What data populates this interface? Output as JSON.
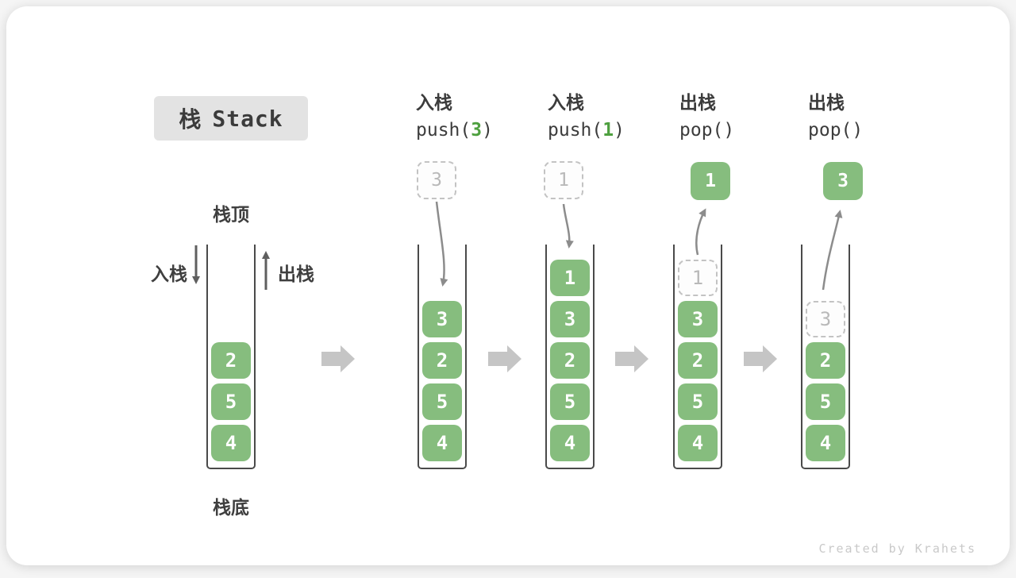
{
  "title": {
    "zh": "栈",
    "en": "Stack"
  },
  "labels": {
    "stack_top": "栈顶",
    "stack_bottom": "栈底",
    "push": "入栈",
    "pop": "出栈"
  },
  "steps": [
    {
      "op": "入栈",
      "code_pre": "push(",
      "arg": "3",
      "code_post": ")",
      "float_value": "3",
      "float_style": "dashed"
    },
    {
      "op": "入栈",
      "code_pre": "push(",
      "arg": "1",
      "code_post": ")",
      "float_value": "1",
      "float_style": "dashed"
    },
    {
      "op": "出栈",
      "code_pre": "pop(",
      "arg": "",
      "code_post": ")",
      "float_value": "1",
      "float_style": "solid"
    },
    {
      "op": "出栈",
      "code_pre": "pop(",
      "arg": "",
      "code_post": ")",
      "float_value": "3",
      "float_style": "solid"
    }
  ],
  "stacks": [
    {
      "blocks": [
        {
          "value": "2"
        },
        {
          "value": "5"
        },
        {
          "value": "4"
        }
      ]
    },
    {
      "blocks": [
        {
          "value": "3"
        },
        {
          "value": "2"
        },
        {
          "value": "5"
        },
        {
          "value": "4"
        }
      ]
    },
    {
      "blocks": [
        {
          "value": "1"
        },
        {
          "value": "3"
        },
        {
          "value": "2"
        },
        {
          "value": "5"
        },
        {
          "value": "4"
        }
      ]
    },
    {
      "blocks": [
        {
          "value": "1",
          "dashed": true
        },
        {
          "value": "3"
        },
        {
          "value": "2"
        },
        {
          "value": "5"
        },
        {
          "value": "4"
        }
      ]
    },
    {
      "blocks": [
        {
          "value": "3",
          "dashed": true
        },
        {
          "value": "2"
        },
        {
          "value": "5"
        },
        {
          "value": "4"
        }
      ]
    }
  ],
  "watermark": "Created by Krahets",
  "colors": {
    "block_green": "#86bd7e",
    "accent_green": "#4ea03f",
    "dashed_gray": "#c3c3c3",
    "step_arrow_gray": "#c5c5c5",
    "flow_arrow_gray": "#8c8c8c",
    "text_dark": "#3c3c3c",
    "title_bg": "#e3e3e3"
  }
}
